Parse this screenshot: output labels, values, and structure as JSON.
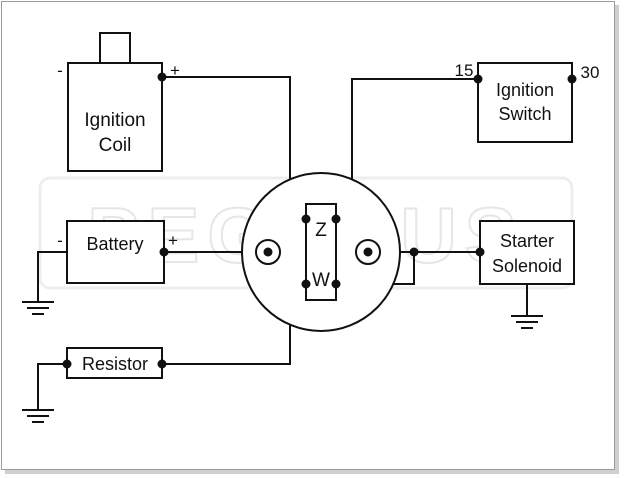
{
  "components": {
    "ignition_coil": {
      "line1": "Ignition",
      "line2": "Coil",
      "neg": "-",
      "pos": "+"
    },
    "battery": {
      "label": "Battery",
      "neg": "-",
      "pos": "+"
    },
    "resistor": {
      "label": "Resistor"
    },
    "ignition_switch": {
      "line1": "Ignition",
      "line2": "Switch",
      "term_left": "15",
      "term_right": "30"
    },
    "starter_solenoid": {
      "line1": "Starter",
      "line2": "Solenoid"
    },
    "central_switch": {
      "term_z": "Z",
      "term_w": "W"
    }
  },
  "watermark": {
    "text": "PEGASUS"
  },
  "colors": {
    "line": "#111111",
    "border": "#9a9a9a",
    "watermark": "#eeeeee"
  }
}
